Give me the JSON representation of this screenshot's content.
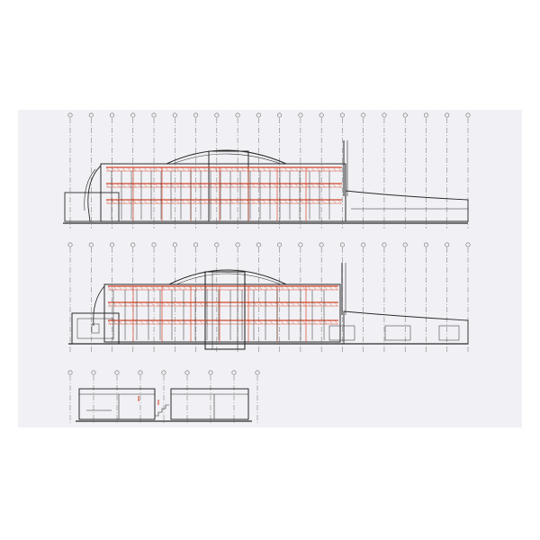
{
  "drawing": {
    "paper_color": "#f1f1f5",
    "line_color": "#2b2b2b",
    "accent_color": "#d4472a",
    "gridline_color": "#6d6d6d",
    "views": [
      {
        "id": "elevation-upper",
        "axis_count": 20
      },
      {
        "id": "elevation-middle",
        "axis_count": 20
      },
      {
        "id": "section-lower",
        "axis_count": 9
      }
    ]
  }
}
